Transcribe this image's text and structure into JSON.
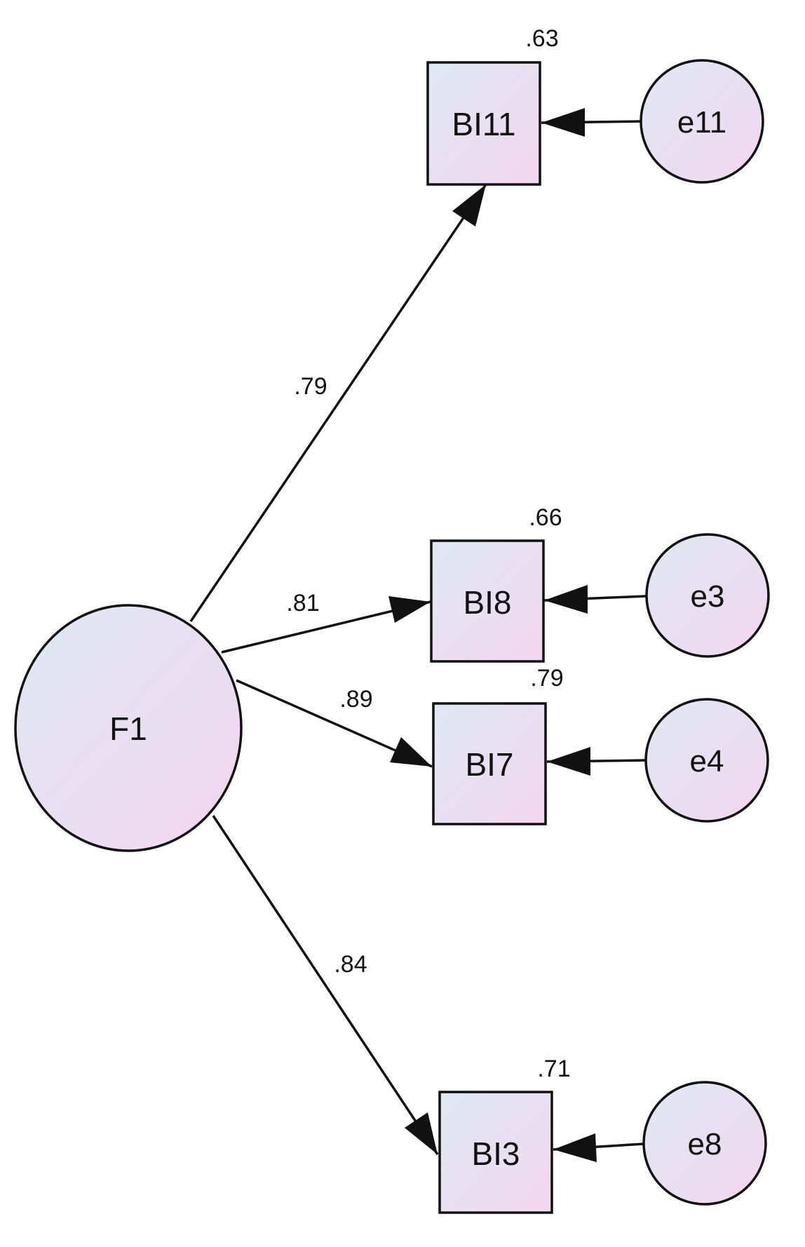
{
  "diagram": {
    "latent": {
      "id": "F1",
      "label": "F1"
    },
    "indicators": [
      {
        "id": "BI11",
        "label": "BI11",
        "r_squared": ".63",
        "loading": ".79",
        "error": "e11"
      },
      {
        "id": "BI8",
        "label": "BI8",
        "r_squared": ".66",
        "loading": ".81",
        "error": "e3"
      },
      {
        "id": "BI7",
        "label": "BI7",
        "r_squared": ".79",
        "loading": ".89",
        "error": "e4"
      },
      {
        "id": "BI3",
        "label": "BI3",
        "r_squared": ".71",
        "loading": ".84",
        "error": "e8"
      }
    ],
    "colors": {
      "fill_top": "#dfe9f3",
      "fill_bottom": "#f3d6f0",
      "stroke": "#111111"
    }
  }
}
